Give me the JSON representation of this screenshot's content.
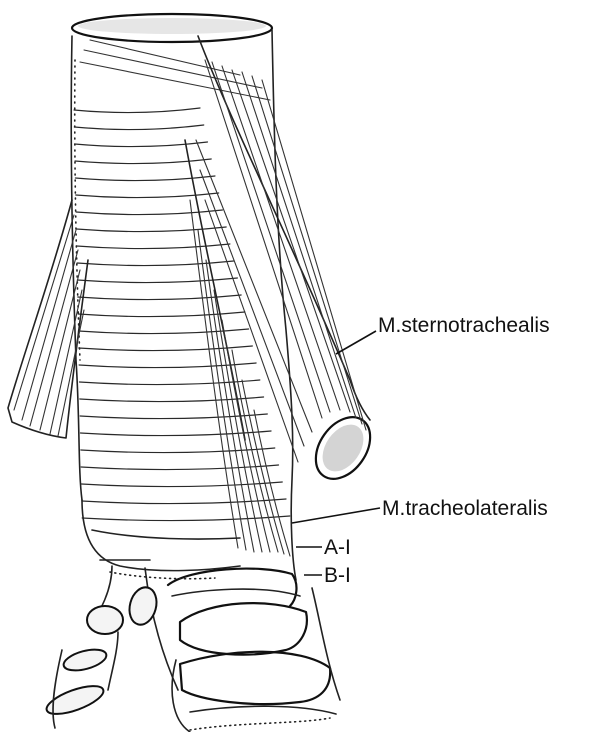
{
  "labels": {
    "sternotrachealis": "M.sternotrachealis",
    "tracheolateralis": "M.tracheolateralis",
    "a1": "A-I",
    "b1": "B-I"
  }
}
